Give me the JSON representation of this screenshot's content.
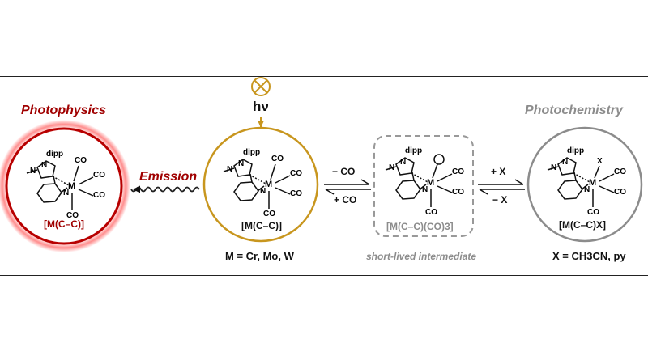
{
  "headers": {
    "photophysics": "Photophysics",
    "photochemistry": "Photochemistry",
    "emission": "Emission",
    "hv": "hν"
  },
  "labels": {
    "complex_left": "[M(C–C)]",
    "complex_center": "[M(C–C)]",
    "complex_intermediate": "[M(C–C)(CO)3]",
    "complex_right": "[M(C–C)X]"
  },
  "equilibria": {
    "minus_co": "− CO",
    "plus_co": "+ CO",
    "plus_x": "+ X",
    "minus_x": "− X"
  },
  "captions": {
    "metals": "M = Cr, Mo, W",
    "intermediate": "short-lived intermediate",
    "ligand_x": "X = CH3CN, py"
  },
  "atoms": {
    "dipp": "dipp",
    "n": "N",
    "m": "M",
    "co": "CO",
    "x": "X"
  },
  "colors": {
    "red": "#a00000",
    "gold": "#c8961e",
    "grey": "#8c8c8c",
    "black": "#111111"
  }
}
